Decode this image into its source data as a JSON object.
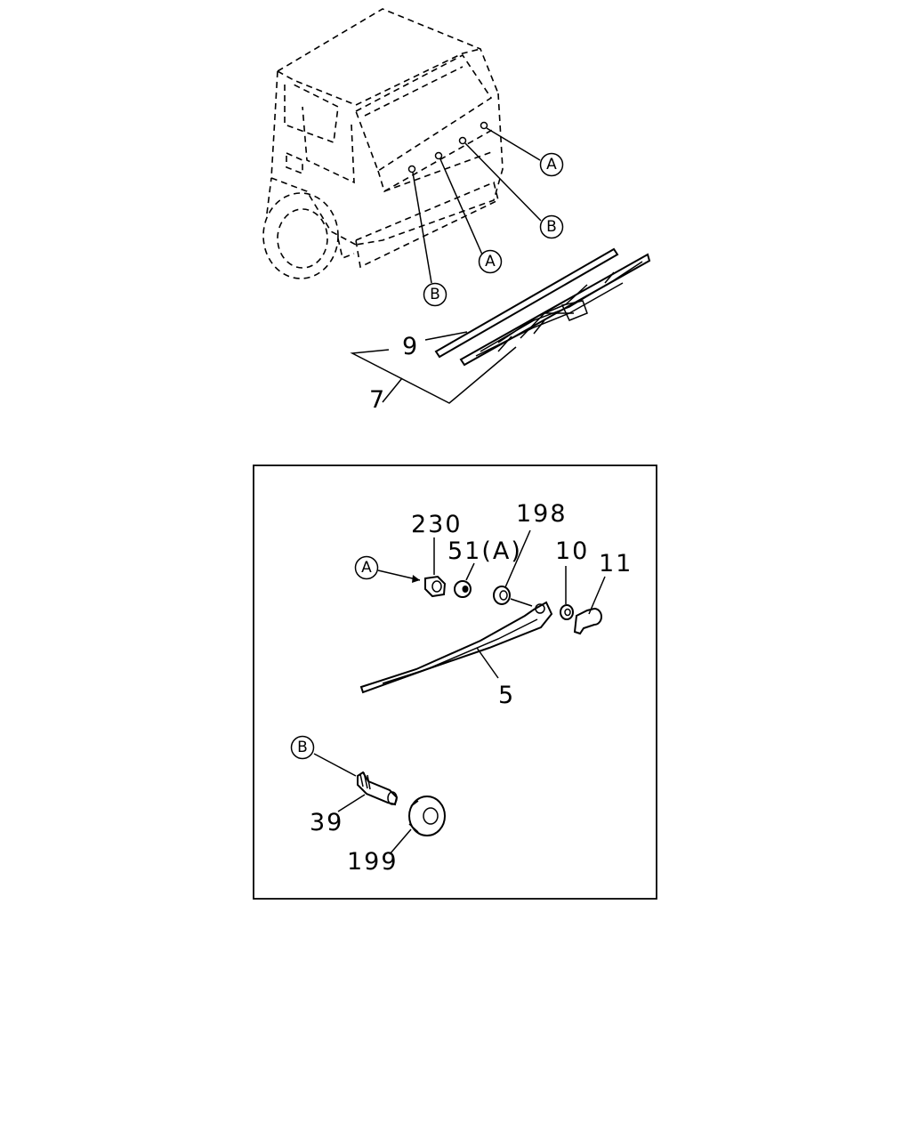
{
  "callouts": {
    "a_top_right": "A",
    "b_top_right": "B",
    "a_top_center": "A",
    "b_top_left": "B",
    "a_detail": "A",
    "b_detail": "B"
  },
  "labels": {
    "p9": "9",
    "p7": "7",
    "p230": "230",
    "p198": "198",
    "p51a": "51(A)",
    "p10": "10",
    "p11": "11",
    "p5": "5",
    "p39": "39",
    "p199": "199"
  }
}
